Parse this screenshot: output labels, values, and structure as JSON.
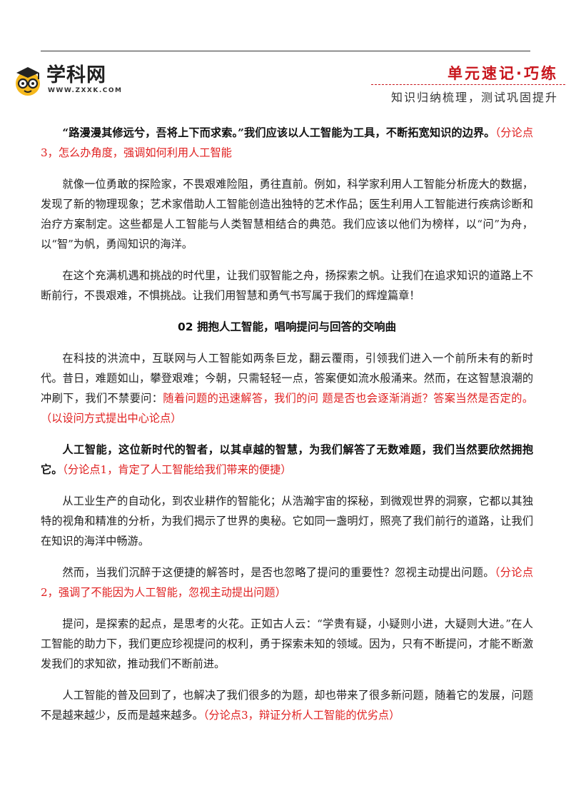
{
  "header": {
    "logo_text": "学科网",
    "logo_url": "WWW.ZXXK.COM",
    "brand_title": "单元速记·巧练",
    "brand_subtitle": "知识归纳梳理，测试巩固提升"
  },
  "body": {
    "p1_bold": "“路漫漫其修远兮，吾将上下而求索。”我们应该以人工智能为工具，不断拓宽知识的边界。",
    "p1_note": "（分论点3，怎么办角度，强调如何利用人工智能",
    "p2": "就像一位勇敢的探险家，不畏艰难险阻，勇往直前。例如，科学家利用人工智能分析庞大的数据，发现了新的物理现象；艺术家借助人工智能创造出独特的艺术作品；医生利用人工智能进行疾病诊断和治疗方案制定。这些都是人工智能与人类智慧相结合的典范。我们应该以他们为榜样，以“问”为舟，以“智”为帆，勇闯知识的海洋。",
    "p3": "在这个充满机遇和挑战的时代里，让我们驭智能之舟，扬探索之帆。让我们在追求知识的道路上不断前行，不畏艰难，不惧挑战。让我们用智慧和勇气书写属于我们的辉煌篇章！",
    "heading2": "02 拥抱人工智能，唱响提问与回答的交响曲",
    "p4_text": "在科技的洪流中，互联网与人工智能如两条巨龙，翻云覆雨，引领我们进入一个前所未有的新时代。昔日，难题如山，攀登艰难；今朝，只需轻轻一点，答案便如流水般涌来。然而，在这智慧浪潮的冲刷下，我们不禁要问：",
    "p4_note": "随着问题的迅速解答，我们的问 题是否也会逐渐消逝？答案当然是否定的。（以设问方式提出中心论点）",
    "p5_bold": "人工智能，这位新时代的智者，以其卓越的智慧，为我们解答了无数难题，我们当然要欣然拥抱它。",
    "p5_note": "（分论点1，肯定了人工智能给我们带来的便捷）",
    "p6": "从工业生产的自动化，到农业耕作的智能化；从浩瀚宇宙的探秘，到微观世界的洞察，它都以其独特的视角和精准的分析，为我们揭示了世界的奥秘。它如同一盏明灯，照亮了我们前行的道路，让我们在知识的海洋中畅游。",
    "p7_text": "然而，当我们沉醉于这便捷的解答时，是否也忽略了提问的重要性？忽视主动提出问题。",
    "p7_note": "（分论点2，强调了不能因为人工智能，忽视主动提出问题）",
    "p8": "提问，是探索的起点，是思考的火花。正如古人云：“学贵有疑，小疑则小进，大疑则大进。”在人工智能的助力下，我们更应珍视提问的权利，勇于探索未知的领域。因为，只有不断提问，才能不断激发我们的求知欲，推动我们不断前进。",
    "p9_text": "人工智能的普及回到了，也解决了我们很多的为题，却也带来了很多新问题，随着它的发展，问题不是越来越少，反而是越来越多。",
    "p9_note": "（分论点3，辩证分析人工智能的优劣点）"
  },
  "colors": {
    "accent_red": "#e02020",
    "brand_red": "#c8161d",
    "mascot_yellow": "#f5b81c"
  }
}
